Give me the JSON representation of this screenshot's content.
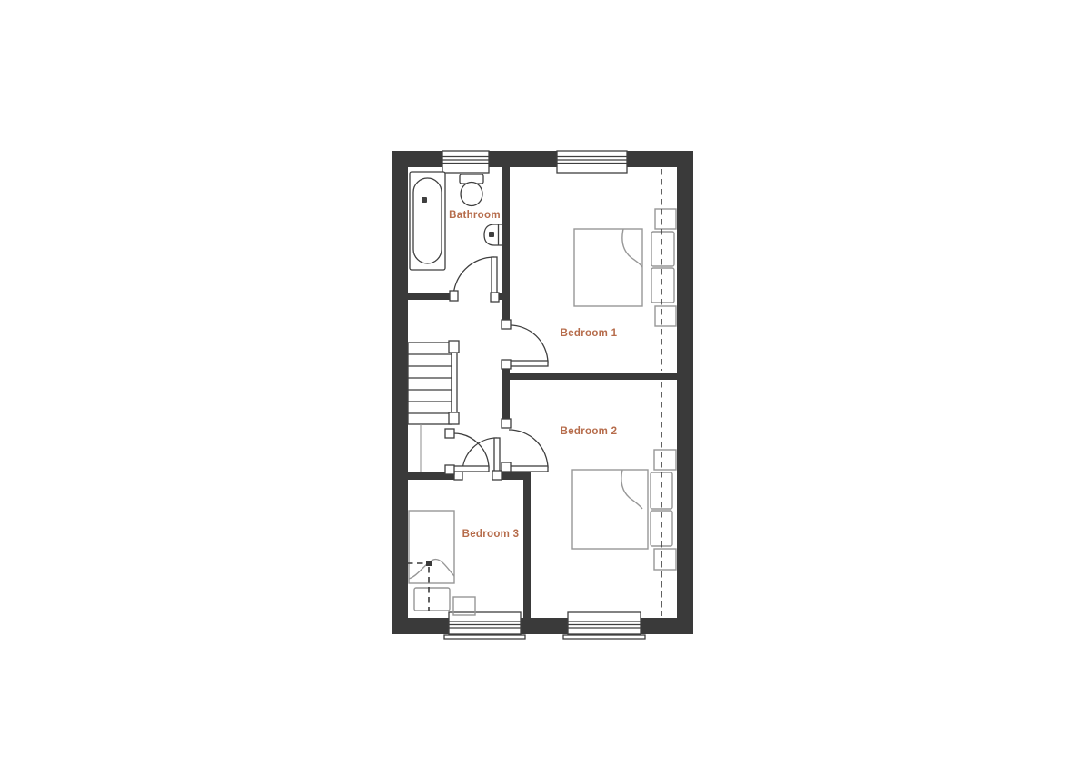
{
  "plan": {
    "type": "floor-plan",
    "rooms": [
      {
        "id": "bathroom",
        "label": "Bathroom"
      },
      {
        "id": "bedroom-1",
        "label": "Bedroom 1"
      },
      {
        "id": "bedroom-2",
        "label": "Bedroom 2"
      },
      {
        "id": "bedroom-3",
        "label": "Bedroom 3"
      }
    ],
    "fixtures": [
      "bathtub",
      "toilet",
      "sink",
      "stairs",
      "under-stairs-cupboard",
      "double-bed-bedroom-1",
      "double-bed-bedroom-2",
      "single-bed-bedroom-3",
      "bedside-tables",
      "windows",
      "doors"
    ],
    "colors": {
      "wall": "#3a3a3a",
      "fixture": "#3f3f3f",
      "furniture": "#979797",
      "label": "#b66c4b",
      "background": "#ffffff"
    }
  }
}
